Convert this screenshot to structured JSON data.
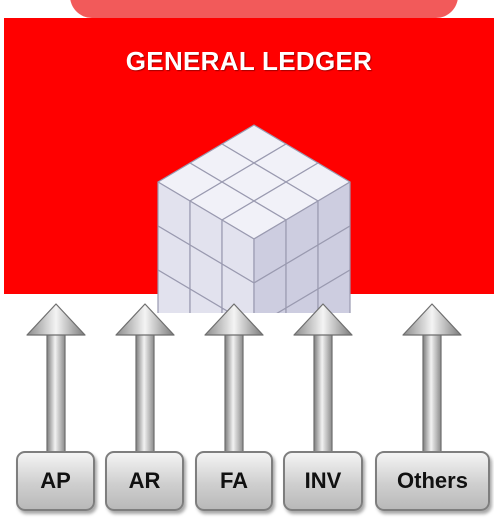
{
  "title": "GENERAL LEDGER",
  "colors": {
    "panel": "#ff0000",
    "top_tab": "#f25a5a",
    "title_text": "#ffffff",
    "cube_face": "#d8d8e8",
    "arrow": "#a8a8a8"
  },
  "center_icon": "cube-icon",
  "modules": [
    {
      "label": "AP"
    },
    {
      "label": "AR"
    },
    {
      "label": "FA"
    },
    {
      "label": "INV"
    },
    {
      "label": "Others"
    }
  ]
}
